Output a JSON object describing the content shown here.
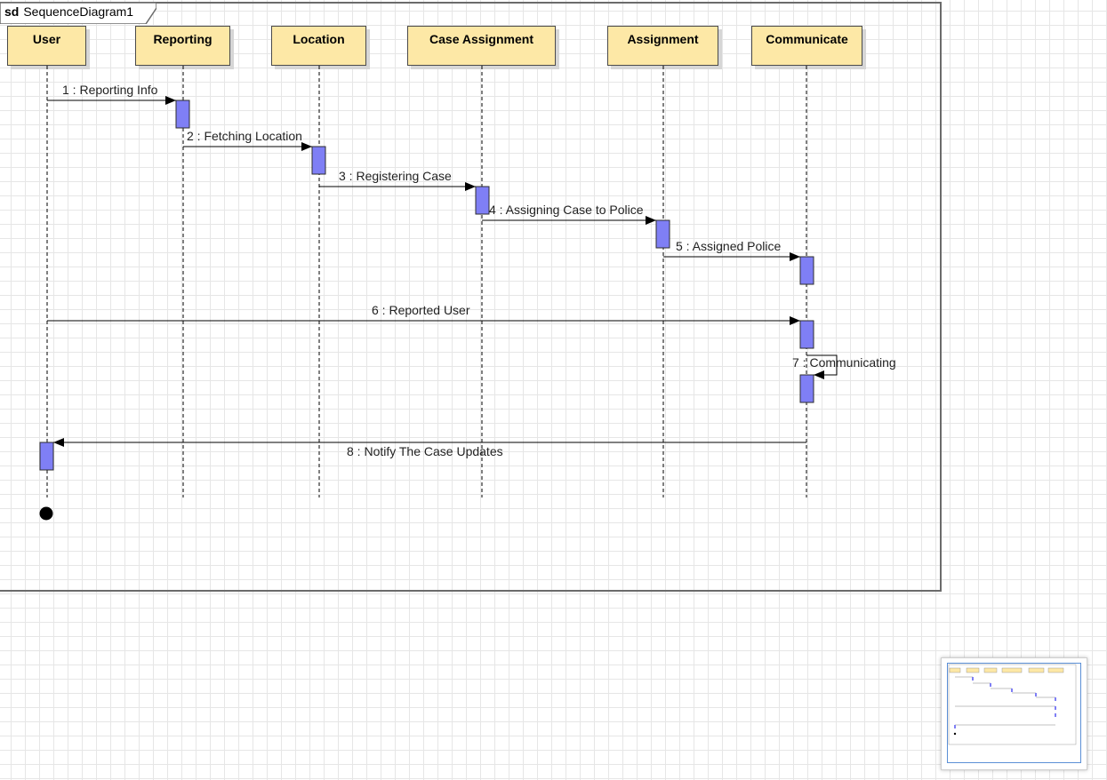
{
  "frame": {
    "keyword": "sd",
    "name": "SequenceDiagram1"
  },
  "lifelines": [
    {
      "id": "user",
      "name": "User"
    },
    {
      "id": "reporting",
      "name": "Reporting"
    },
    {
      "id": "location",
      "name": "Location"
    },
    {
      "id": "case_assignment",
      "name": "Case Assignment"
    },
    {
      "id": "assignment",
      "name": "Assignment"
    },
    {
      "id": "communicate",
      "name": "Communicate"
    }
  ],
  "messages": [
    {
      "label": "1 : Reporting Info",
      "from": "user",
      "to": "reporting"
    },
    {
      "label": "2 : Fetching Location",
      "from": "reporting",
      "to": "location"
    },
    {
      "label": "3 : Registering Case",
      "from": "location",
      "to": "case_assignment"
    },
    {
      "label": "4 : Assigning Case to Police",
      "from": "case_assignment",
      "to": "assignment"
    },
    {
      "label": "5 : Assigned Police",
      "from": "assignment",
      "to": "communicate"
    },
    {
      "label": "6 : Reported User",
      "from": "user",
      "to": "communicate"
    },
    {
      "label": "7 : Communicating",
      "from": "communicate",
      "to": "communicate"
    },
    {
      "label": "8 : Notify The Case Updates",
      "from": "communicate",
      "to": "user"
    }
  ],
  "colors": {
    "lifeline_fill": "#fde8a6",
    "activation_fill": "#7f7ff5",
    "frame_border": "#6b6b6b",
    "minimap_border": "#5b8fd6"
  }
}
